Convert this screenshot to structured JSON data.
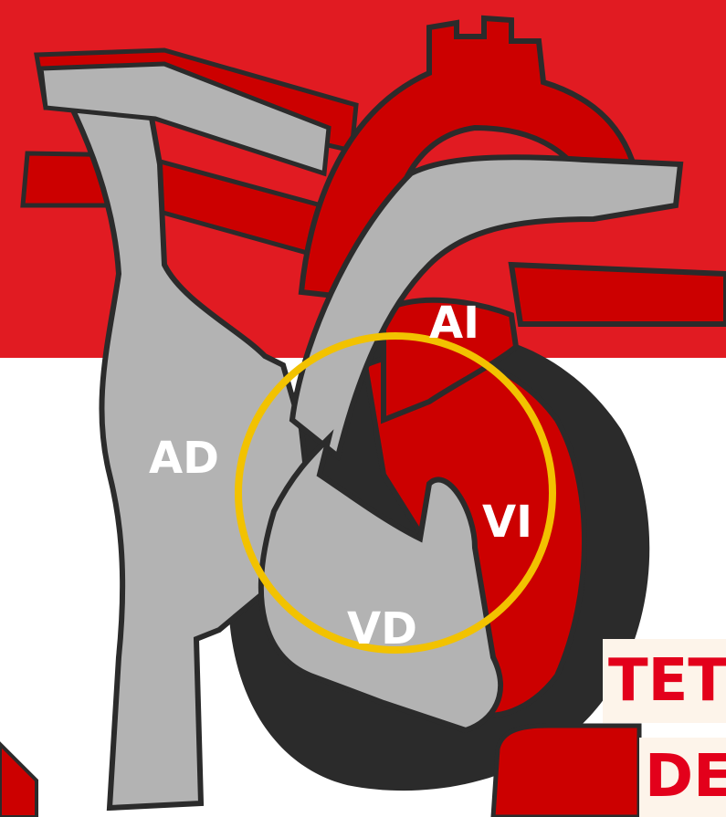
{
  "labels": {
    "right_atrium": "AD",
    "left_atrium": "AI",
    "right_ventricle": "VD",
    "left_ventricle": "VI"
  },
  "title": {
    "line1": "TET",
    "line2": "DE"
  },
  "colors": {
    "background_red": "#e11b22",
    "oxygenated_red": "#cc0000",
    "deoxygenated_gray": "#b3b3b3",
    "outline": "#2b2b2b",
    "highlight_circle": "#f2c200",
    "title_text": "#e3001b"
  }
}
